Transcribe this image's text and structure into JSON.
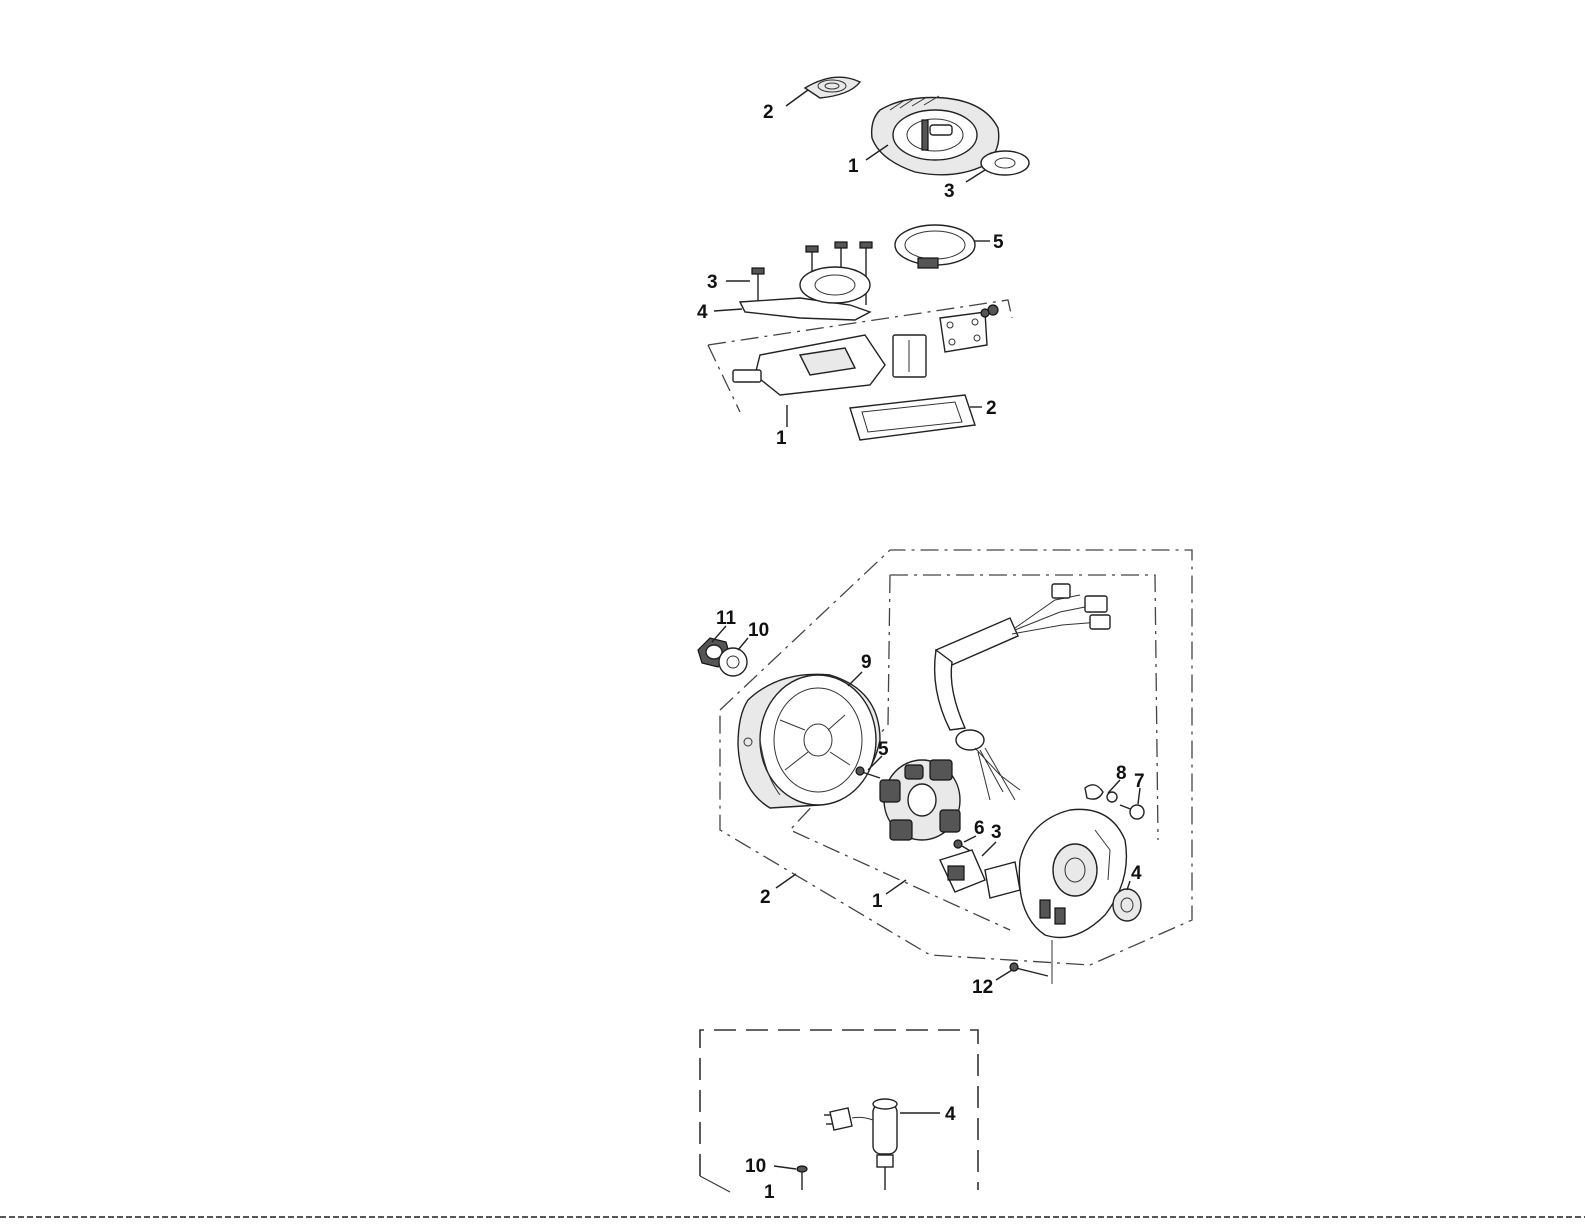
{
  "figure_a": {
    "labels": [
      "2",
      "1",
      "3"
    ]
  },
  "figure_b": {
    "labels": [
      "5",
      "3",
      "4",
      "2",
      "1"
    ]
  },
  "figure_c": {
    "labels": [
      "11",
      "10",
      "9",
      "5",
      "8",
      "7",
      "6",
      "3",
      "4",
      "2",
      "1",
      "12"
    ]
  },
  "figure_d": {
    "labels": [
      "4",
      "10",
      "1"
    ]
  },
  "colors": {
    "line": "#222222",
    "part_fill": "#e9e9e9",
    "background": "#ffffff"
  }
}
